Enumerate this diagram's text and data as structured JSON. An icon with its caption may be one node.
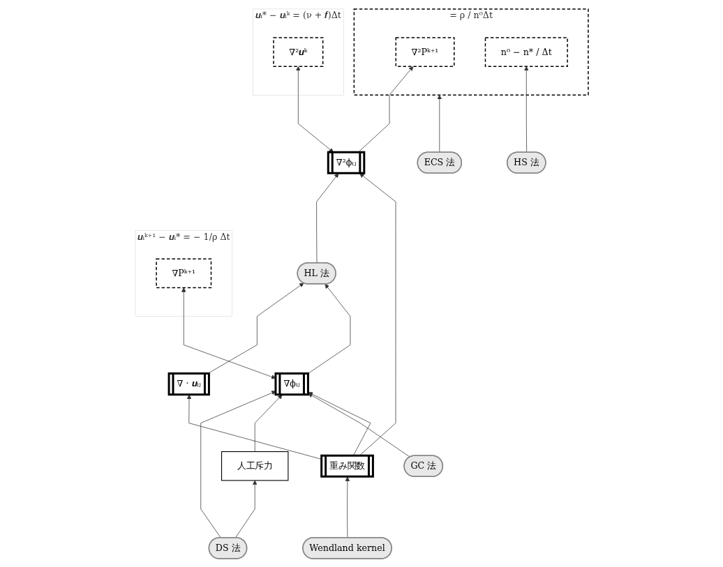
{
  "diagram": {
    "nodes": [
      {
        "text": [
          "= ρ / n⁰Δt"
        ]
      },
      {
        "text": [
          "∇²Pᵏ⁺¹"
        ],
        "in": 0
      },
      {
        "text": [
          "n⁰ − n* / Δt"
        ],
        "in": 0
      },
      {
        "text": [
          "HS 法"
        ]
      },
      {
        "text": [
          "ECS 法"
        ]
      },
      {
        "text": [
          "HL 法"
        ]
      },
      {
        "text": [
          "DS 法"
        ]
      },
      {
        "text": [
          "∇ · 𝒖ᵢⱼ"
        ]
      },
      {
        "text": [
          "∇²ϕᵢⱼ"
        ]
      },
      {
        "text": [
          "∇ϕᵢⱼ"
        ]
      },
      {
        "text": [
          "人工斥力"
        ]
      },
      {
        "text": [
          "GC 法"
        ]
      },
      {
        "text": [
          "重み関数"
        ]
      },
      {
        "text": [
          "𝒖ᵢ* − 𝒖ᵢᵏ = (ν",
          "+ 𝒇)Δt"
        ]
      },
      {
        "text": [
          "∇²𝒖ᵏ"
        ],
        "in": 13
      },
      {
        "text": [
          "𝒖ᵢᵏ⁺¹ − 𝒖ᵢ* = − 1/ρ",
          "Δt"
        ]
      },
      {
        "text": [
          "∇Pᵏ⁺¹"
        ],
        "in": 15
      },
      {
        "text": [
          "Wendland kernel"
        ]
      }
    ],
    "edges": [
      {
        "from": 4,
        "to": 0,
        "arrow": "to"
      },
      {
        "from": 3,
        "to": 2,
        "arrow": "to"
      },
      {
        "from": 8,
        "to": 1,
        "arrow": "to"
      },
      {
        "from": 7,
        "to": 5,
        "arrow": "to"
      },
      {
        "from": 5,
        "to": 8,
        "arrow": "to"
      },
      {
        "from": 9,
        "to": 5,
        "arrow": "to"
      },
      {
        "from": 6,
        "to": 9,
        "arrow": "to"
      },
      {
        "from": 6,
        "to": 10,
        "arrow": "to"
      },
      {
        "from": 10,
        "to": 9,
        "arrow": "to"
      },
      {
        "from": 11,
        "to": 9,
        "arrow": "to"
      },
      {
        "from": 12,
        "to": 7,
        "arrow": "to"
      },
      {
        "from": 12,
        "to": 8,
        "arrow": "to"
      },
      {
        "from": 12,
        "to": 9,
        "arrow": "to"
      },
      {
        "from": 8,
        "to": 14,
        "arrow": "both"
      },
      {
        "from": 9,
        "to": 16,
        "arrow": "both"
      },
      {
        "from": 17,
        "to": 12,
        "arrow": "to"
      }
    ]
  }
}
